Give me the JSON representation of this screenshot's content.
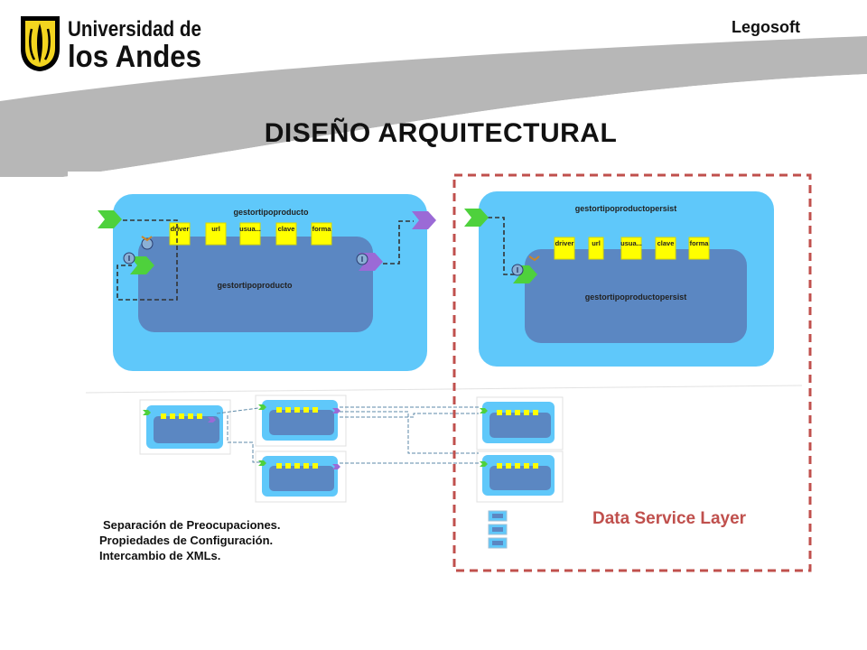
{
  "brand": "Legosoft",
  "slide_title": "DISEÑO ARQUITECTURAL",
  "logo": {
    "line1": "Universidad de",
    "line2": "los Andes"
  },
  "left_component": {
    "name_outer": "gestortipoproducto",
    "name_inner": "gestortipoproducto",
    "properties": [
      "driver",
      "url",
      "usua...",
      "clave",
      "forma"
    ]
  },
  "right_component": {
    "name_outer": "gestortipoproductopersist",
    "name_inner": "gestortipoproductopersist",
    "properties": [
      "driver",
      "url",
      "usua...",
      "clave",
      "forma"
    ]
  },
  "data_service_layer_label": "Data Service Layer",
  "notes": [
    "Separación de Preocupaciones.",
    "Propiedades de Configuración.",
    "Intercambio de XMLs."
  ],
  "colors": {
    "component_outer": "#5fc8fa",
    "component_inner": "#5b87c2",
    "property_box": "#ffff00",
    "service_provided": "#4ed13c",
    "service_required": "#9b6ad6",
    "dashed_border": "#c0504d",
    "wire": "#333333",
    "header_swoosh": "#b7b7b7",
    "logo_yellow": "#f3d51f"
  },
  "icons": [
    "university-crest-icon",
    "provided-service-arrow-icon",
    "required-service-arrow-icon",
    "plug-icon"
  ]
}
